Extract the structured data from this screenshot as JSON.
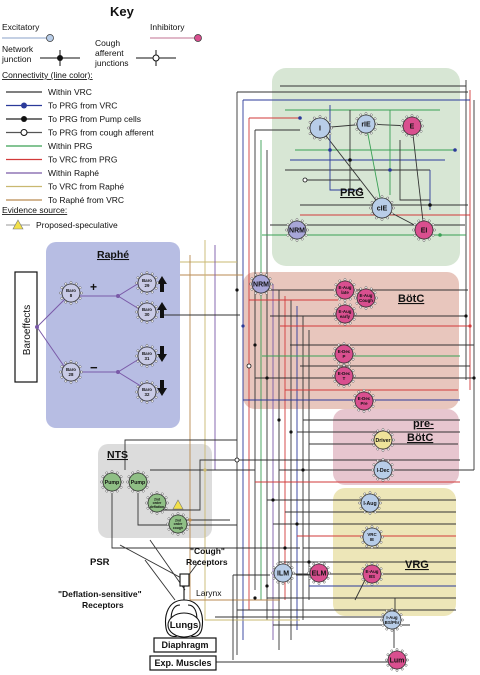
{
  "key": {
    "title": "Key",
    "excitatory": "Excitatory",
    "inhibitory": "Inhibitory",
    "network_junction": "Network junction",
    "cough_afferent_junctions": "Cough afferent junctions",
    "connectivity_title": "Connectivity (line color):",
    "connectivity": [
      {
        "label": "Within  VRC",
        "color": "#333333",
        "marker": "none"
      },
      {
        "label": "To PRG from VRC",
        "color": "#2b3a9a",
        "marker": "blue-dot"
      },
      {
        "label": "To PRG from Pump cells",
        "color": "#222222",
        "marker": "black-dot"
      },
      {
        "label": "To PRG from cough afferent",
        "color": "#555555",
        "marker": "open-dot"
      },
      {
        "label": "Within  PRG",
        "color": "#3aa055",
        "marker": "none"
      },
      {
        "label": "To VRC from PRG",
        "color": "#d23a3a",
        "marker": "none"
      },
      {
        "label": "Within  Raphé",
        "color": "#7a5aa8",
        "marker": "none"
      },
      {
        "label": "To VRC from Raphé",
        "color": "#c9b870",
        "marker": "none"
      },
      {
        "label": "To Raphé from VRC",
        "color": "#b98a50",
        "marker": "none"
      }
    ],
    "evidence_title": "Evidence source:",
    "evidence_item": "Proposed-speculative"
  },
  "colors": {
    "prg_region": "#d7e6d4",
    "raphe_region": "#b7bde3",
    "botc_region": "#e8c6bd",
    "prebotc_region": "#e7c6cf",
    "vrg_region": "#ede6b8",
    "nts_region": "#dcdcdc",
    "excitatory_fill": "#b8cde8",
    "inhibitory_fill": "#d94f8f",
    "pump_fill": "#8fbf85",
    "driver_fill": "#efe39a"
  },
  "regions": {
    "prg": "PRG",
    "raphe": "Raphé",
    "botc": "BötC",
    "prebotc_line1": "pre-",
    "prebotc_line2": "BötC",
    "vrg": "VRG",
    "nts": "NTS"
  },
  "inputs": {
    "baroeffects": "Baroeffects",
    "psr": "PSR",
    "cough_receptors_line1": "\"Cough\"",
    "cough_receptors_line2": "Receptors",
    "deflation_line1": "\"Deflation-sensitive\"",
    "deflation_line2": "Receptors",
    "larynx": "Larynx",
    "lungs": "Lungs",
    "diaphragm": "Diaphragm",
    "exp_muscles": "Exp. Muscles",
    "plus": "+",
    "minus": "−"
  },
  "neurons": {
    "prg_i": "I",
    "prg_rie": "rIE",
    "prg_e": "E",
    "prg_cie": "cIE",
    "prg_ei": "EI",
    "nrm1": "NRM",
    "nrm2": "NRM",
    "baro8_a": "Baro",
    "baro8_b": "8",
    "baro29_a": "Baro",
    "baro29_b": "29",
    "baro30_a": "Baro",
    "baro30_b": "30",
    "baro28_a": "Baro",
    "baro28_b": "28",
    "baro31_a": "Baro",
    "baro31_b": "31",
    "baro32_a": "Baro",
    "baro32_b": "32",
    "eaug_late_a": "E-Aug",
    "eaug_late_b": "late",
    "eaug_cough_a": "E-Aug",
    "eaug_cough_b": "Cough",
    "eaug_early_a": "E-Aug",
    "eaug_early_b": "early",
    "edec_p_a": "E-Dec",
    "edec_p_b": "P",
    "edec_t_a": "E-Dec",
    "edec_t_b": "T",
    "edec_pre_a": "E-Dec",
    "edec_pre_b": "Pre",
    "driver": "Driver",
    "idec": "I-Dec",
    "iaug": "I-Aug",
    "vrc_ie_a": "VRC",
    "vrc_ie_b": "IE",
    "eaug_bs_a": "E-Aug",
    "eaug_bs_b": "BS",
    "iaug_bsphr_a": "I-Aug",
    "iaug_bsphr_b": "BS/Phr",
    "lum": "Lum",
    "ilm": "ILM",
    "elm": "ELM",
    "pump1": "Pump",
    "pump2": "Pump",
    "defl_a": "2nd",
    "defl_b": "order",
    "defl_c": "deflation",
    "cough_a": "2nd",
    "cough_b": "order",
    "cough_c": "cough"
  }
}
